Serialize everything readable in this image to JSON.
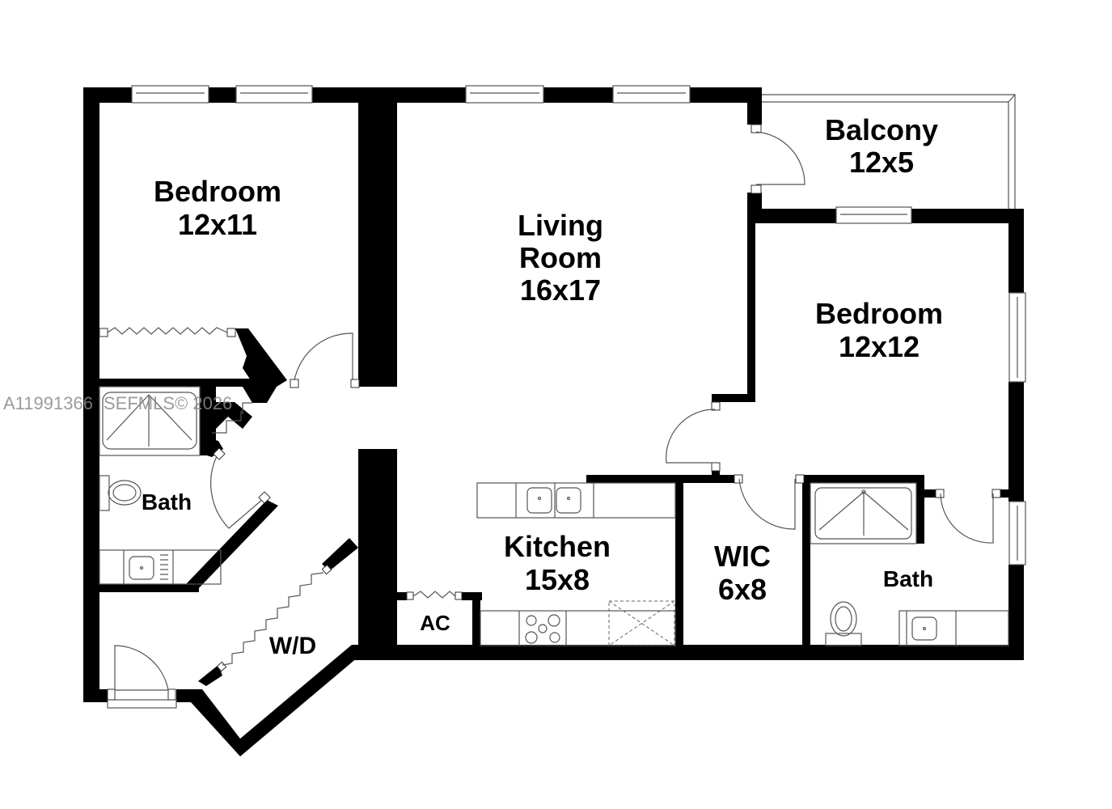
{
  "floorplan": {
    "rooms": [
      {
        "id": "bedroom-1",
        "name": "Bedroom",
        "dims": "12x11"
      },
      {
        "id": "living-room",
        "name_line1": "Living",
        "name_line2": "Room",
        "dims": "16x17"
      },
      {
        "id": "balcony",
        "name": "Balcony",
        "dims": "12x5"
      },
      {
        "id": "bedroom-2",
        "name": "Bedroom",
        "dims": "12x12"
      },
      {
        "id": "bath-1",
        "name": "Bath"
      },
      {
        "id": "kitchen",
        "name": "Kitchen",
        "dims": "15x8"
      },
      {
        "id": "wic",
        "name": "WIC",
        "dims": "6x8"
      },
      {
        "id": "bath-2",
        "name": "Bath"
      },
      {
        "id": "ac",
        "name": "AC"
      },
      {
        "id": "wd",
        "name": "W/D"
      }
    ],
    "watermark": {
      "listing_id": "A11991366",
      "copyright": "SEFMLS© 2026"
    },
    "colors": {
      "wall": "#000000",
      "background": "#ffffff",
      "fixture_line": "#555555",
      "watermark": "#8a8a8a"
    }
  }
}
